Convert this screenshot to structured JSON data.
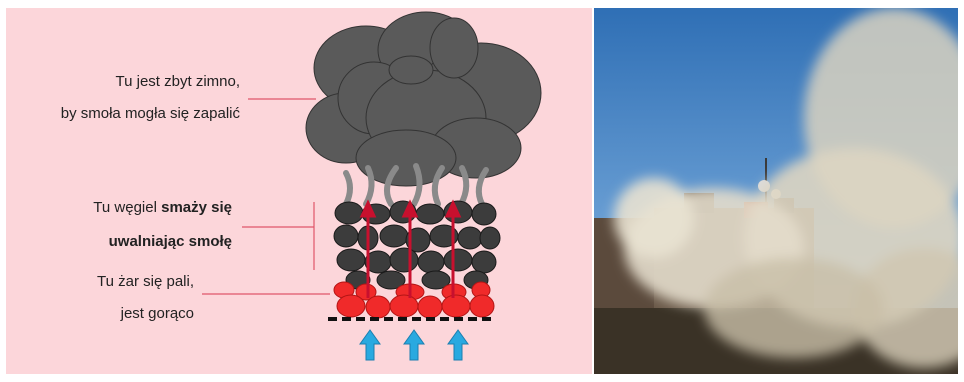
{
  "diagram": {
    "labels": {
      "cold_line1": "Tu jest zbyt zimno,",
      "cold_line2": "by smoła mogła się zapalić",
      "fry_line1_prefix": "Tu węgiel ",
      "fry_line1_bold": "smaży się",
      "fry_line2_bold": "uwalniając smołę",
      "hot_line1": "Tu żar się pali,",
      "hot_line2": "jest gorąco"
    },
    "colors": {
      "background": "#fcd6da",
      "smoke": "#5a5a5a",
      "coal": "#3c3c3c",
      "ember": "#f02a2a",
      "arrow_red": "#c8102e",
      "air_arrow": "#29a9e0",
      "leader_line": "#e0566a"
    },
    "icons": {
      "air_arrows": "up-arrow-icon",
      "volatile_arrows": "up-arrow-icon"
    }
  },
  "photo": {
    "subject": "chimney-smoke-photo"
  }
}
